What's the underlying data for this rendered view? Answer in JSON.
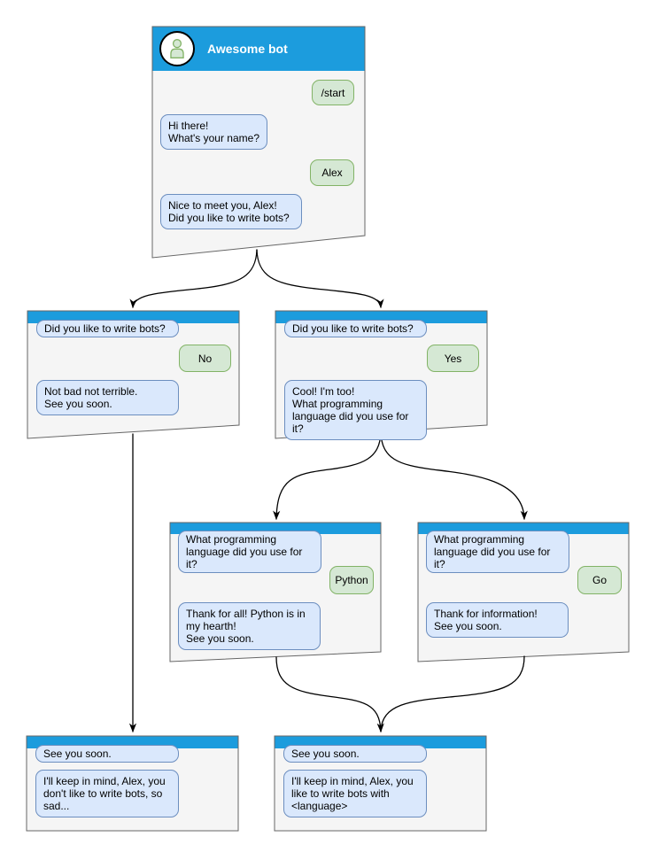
{
  "colors": {
    "header_blue": "#1c9cdd",
    "window_bg": "#f5f5f5",
    "window_border": "#666666",
    "bot_bubble_bg": "#dae8fc",
    "bot_bubble_border": "#6c8ebf",
    "user_bubble_bg": "#d5e8d4",
    "user_bubble_border": "#82b366"
  },
  "windows": {
    "start": {
      "title": "Awesome bot",
      "messages": [
        {
          "sender": "user",
          "text": "/start"
        },
        {
          "sender": "bot",
          "text": "Hi there!\nWhat's your name?"
        },
        {
          "sender": "user",
          "text": "Alex"
        },
        {
          "sender": "bot",
          "text": "Nice to meet you, Alex!\nDid you like to write bots?"
        }
      ]
    },
    "branch_no": {
      "messages": [
        {
          "sender": "bot",
          "text": "Did you like to write bots?"
        },
        {
          "sender": "user",
          "text": "No"
        },
        {
          "sender": "bot",
          "text": "Not bad not terrible.\nSee you soon."
        }
      ]
    },
    "branch_yes": {
      "messages": [
        {
          "sender": "bot",
          "text": "Did you like to write bots?"
        },
        {
          "sender": "user",
          "text": "Yes"
        },
        {
          "sender": "bot",
          "text": "Cool! I'm too!\nWhat programming\nlanguage did you use for it?"
        }
      ]
    },
    "lang_python": {
      "messages": [
        {
          "sender": "bot",
          "text": "What programming\nlanguage did you use for it?"
        },
        {
          "sender": "user",
          "text": "Python"
        },
        {
          "sender": "bot",
          "text": "Thank for all! Python is in\nmy hearth!\nSee you soon."
        }
      ]
    },
    "lang_go": {
      "messages": [
        {
          "sender": "bot",
          "text": "What programming\nlanguage did you use for it?"
        },
        {
          "sender": "user",
          "text": "Go"
        },
        {
          "sender": "bot",
          "text": "Thank for information!\nSee you soon."
        }
      ]
    },
    "end_no": {
      "messages": [
        {
          "sender": "bot",
          "text": "See you soon."
        },
        {
          "sender": "bot",
          "text": "I'll keep in mind, Alex, you\ndon't like to write bots, so\nsad..."
        }
      ]
    },
    "end_yes": {
      "messages": [
        {
          "sender": "bot",
          "text": "See you soon."
        },
        {
          "sender": "bot",
          "text": "I'll keep in mind, Alex, you\nlike to write bots with\n<language>"
        }
      ]
    }
  },
  "connections": [
    {
      "from": "start",
      "to": "branch_no"
    },
    {
      "from": "start",
      "to": "branch_yes"
    },
    {
      "from": "branch_yes",
      "to": "lang_python"
    },
    {
      "from": "branch_yes",
      "to": "lang_go"
    },
    {
      "from": "branch_no",
      "to": "end_no"
    },
    {
      "from": "lang_python",
      "to": "end_yes"
    },
    {
      "from": "lang_go",
      "to": "end_yes"
    }
  ]
}
